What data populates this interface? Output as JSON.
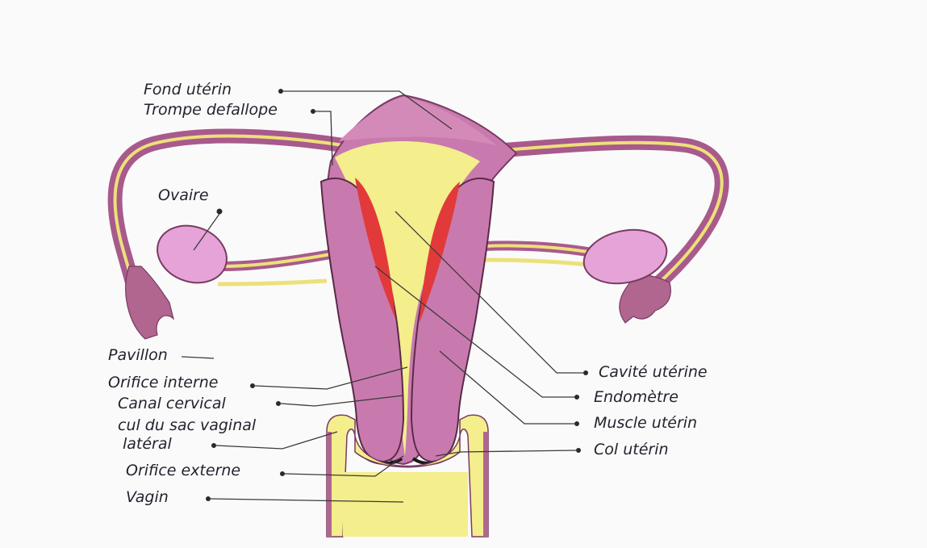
{
  "diagram": {
    "labels": {
      "fond_uterin": "Fond utérin",
      "trompe": "Trompe defallope",
      "ovaire": "Ovaire",
      "pavillon": "Pavillon",
      "orifice_interne": "Orifice interne",
      "canal_cervical": "Canal cervical",
      "cul_de_sac_line1": "cul du sac vaginal",
      "cul_de_sac_line2": "latéral",
      "orifice_externe": "Orifice externe",
      "vagin": "Vagin",
      "cavite_uterine": "Cavité utérine",
      "endometre": "Endomètre",
      "muscle_uterin": "Muscle utérin",
      "col_uterin": "Col utérin"
    },
    "colors": {
      "tissue": "#c87aae",
      "tissue_dark": "#a85a8c",
      "endometrium": "#e23a3a",
      "cavity": "#f4ee8c",
      "tube_core": "#ede07a",
      "ovary": "#e6a3d8",
      "outline": "#2a2a2a"
    }
  }
}
